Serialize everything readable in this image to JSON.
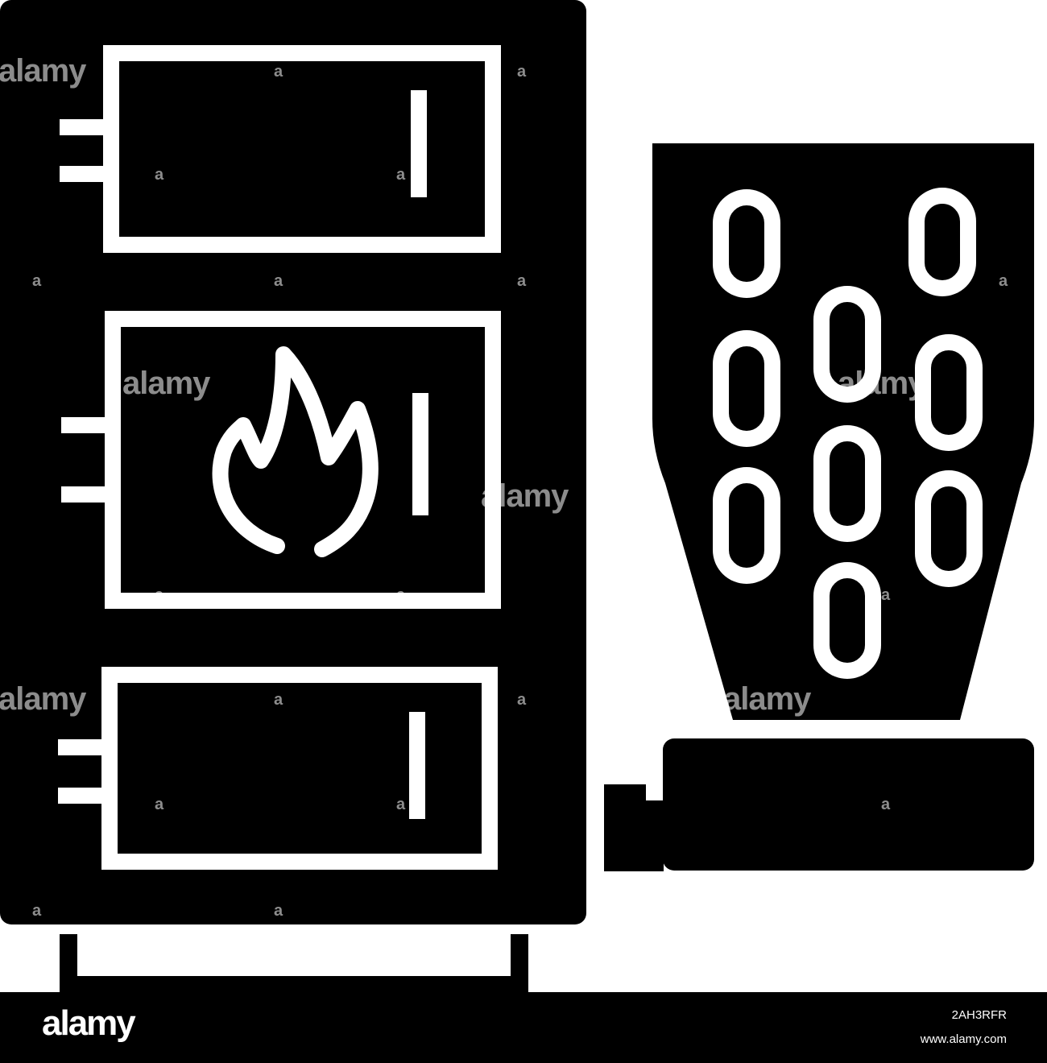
{
  "image": {
    "subject": "boiler-with-pellet-hopper-glyph-icon",
    "colors": {
      "foreground": "#000000",
      "background": "#ffffff"
    }
  },
  "icons": [
    "boiler-icon",
    "pellet-hopper-icon",
    "flame-icon",
    "pellet-icon"
  ],
  "watermark": {
    "logo": "alamy",
    "small_mark": "a",
    "image_id": "2AH3RFR",
    "url": "www.alamy.com"
  }
}
